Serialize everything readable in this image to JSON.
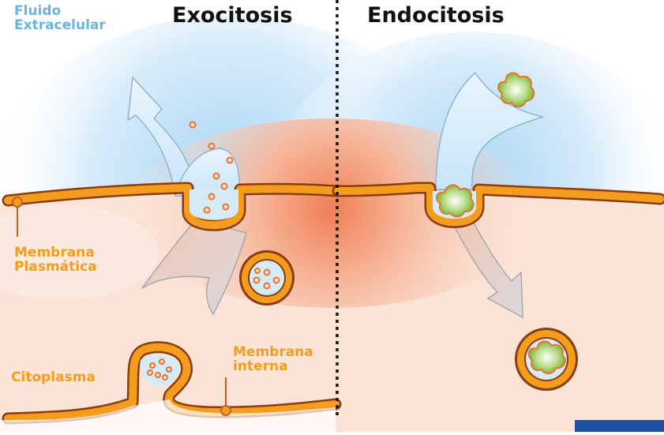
{
  "titles": {
    "left": "Exocitosis",
    "right": "Endocitosis"
  },
  "labels": {
    "extracellular_line1": "Fluido",
    "extracellular_line2": "Extracelular",
    "plasma_membrane_line1": "Membrana",
    "plasma_membrane_line2": "Plasmática",
    "cytoplasm": "Citoplasma",
    "inner_membrane_line1": "Membrana",
    "inner_membrane_line2": "interna"
  },
  "colors": {
    "membrane_fill": "#f39c1e",
    "membrane_edge": "#8a3d10",
    "cytoplasm": "#fbe3d6",
    "extracellular": "#bfe0f7",
    "particle_green": "#8bc34a",
    "label_orange": "#f39c1e",
    "label_blue": "#6ab4e2"
  }
}
